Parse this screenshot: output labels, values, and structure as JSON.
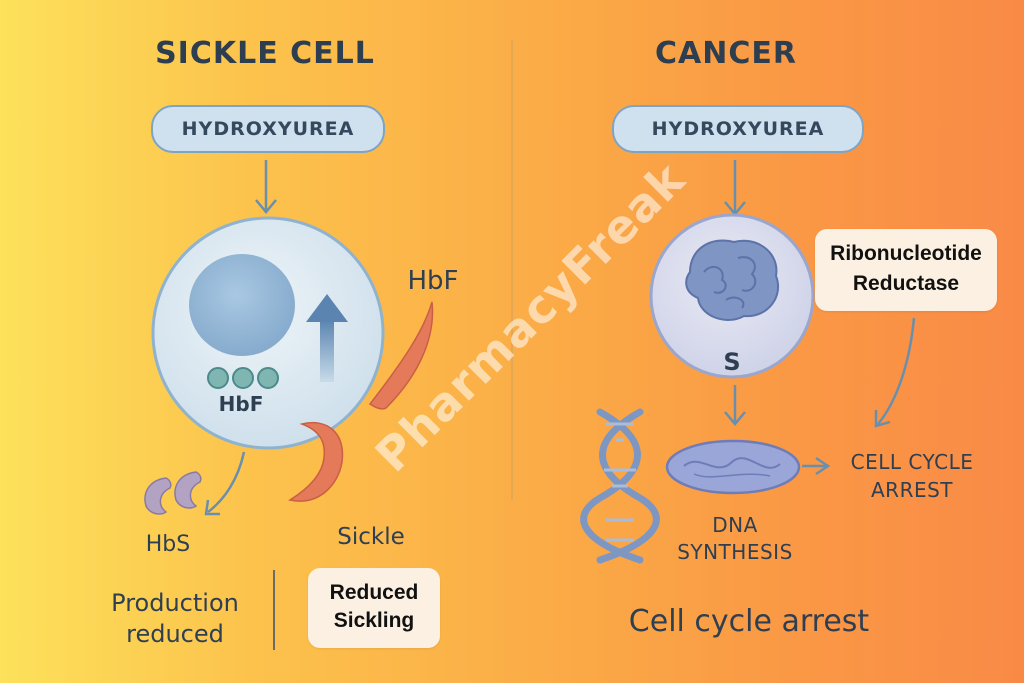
{
  "left": {
    "heading": "SICKLE CELL",
    "drug": "HYDROXYUREA",
    "cell_label": "HbF",
    "hbf_label": "HbF",
    "hbs_label": "HbS",
    "sickle_label": "Sickle",
    "production_line1": "Production",
    "production_line2": "reduced",
    "result_line1": "Reduced",
    "result_line2": "Sickling"
  },
  "right": {
    "heading": "CANCER",
    "drug": "HYDROXYUREA",
    "phase_label": "S",
    "enzyme_line1": "Ribonucleotide",
    "enzyme_line2": "Reductase",
    "dna_line1": "DNA",
    "dna_line2": "SYNTHESIS",
    "arrest_line1": "CELL CYCLE",
    "arrest_line2": "ARREST",
    "footer": "Cell cycle arrest"
  },
  "watermark": "PharmacyFreak",
  "colors": {
    "cell_fill": "#dde9f2",
    "cell_border": "#8fb3cf",
    "arrow": "#6a8fad",
    "sickle": "#e57a5a",
    "dna": "#8aa3c8"
  }
}
